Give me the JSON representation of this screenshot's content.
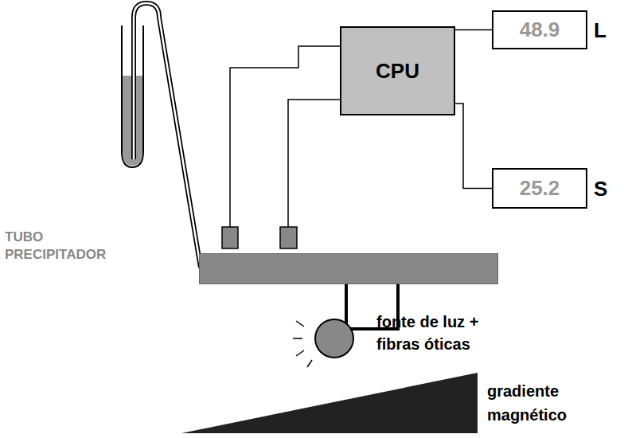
{
  "diagram": {
    "nodes": [
      {
        "text": [
          "CPU"
        ]
      },
      {
        "text": [
          "48.9",
          "L"
        ]
      },
      {
        "text": [
          "25.2",
          "S"
        ]
      },
      {
        "text": [
          "TUBO PRECIPITADOR"
        ]
      },
      {
        "text": [
          "fonte de luz + fibras óticas"
        ]
      },
      {
        "text": [
          "gradiente magnético"
        ]
      }
    ],
    "edges": [
      {
        "from": 0,
        "to": 1,
        "arrow": "none"
      },
      {
        "from": 0,
        "to": 2,
        "arrow": "none"
      },
      {
        "from": 0,
        "to": 3,
        "arrow": "none"
      },
      {
        "from": 0,
        "to": 3,
        "arrow": "none"
      },
      {
        "from": 3,
        "to": 4,
        "arrow": "none"
      }
    ]
  }
}
